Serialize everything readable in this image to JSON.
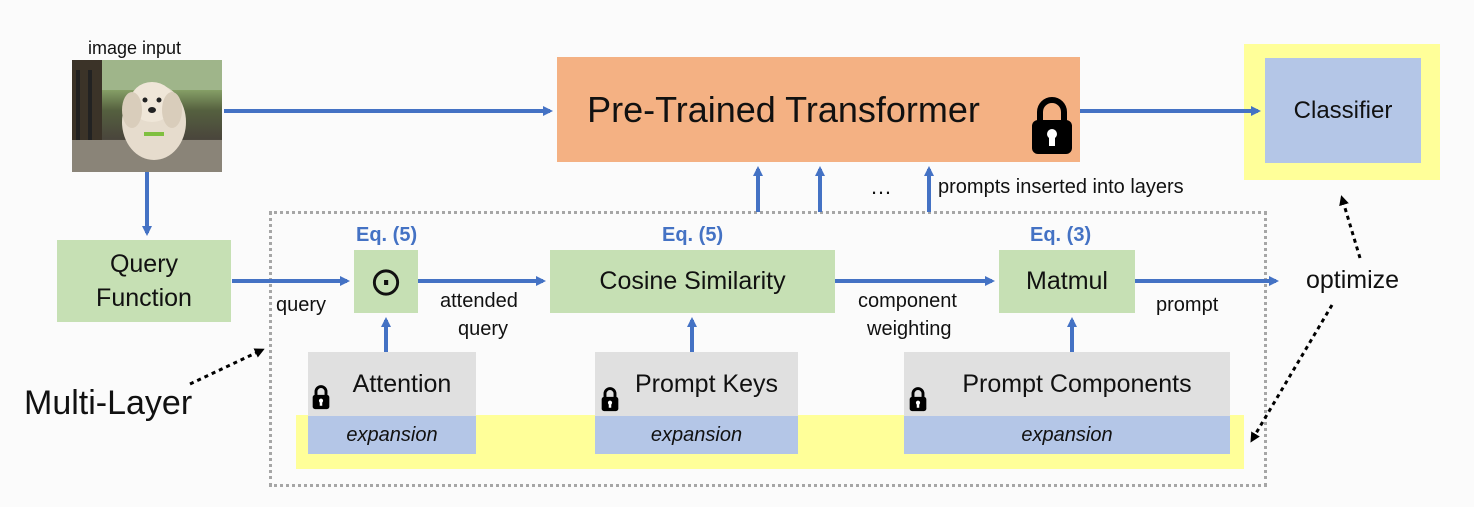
{
  "image_input": {
    "label": "image input",
    "image_desc": "photo-dog"
  },
  "transformer": {
    "label": "Pre-Trained Transformer",
    "icon": "lock-icon"
  },
  "classifier": {
    "label": "Classifier"
  },
  "query_function": {
    "line1": "Query",
    "line2": "Function"
  },
  "labels": {
    "query": "query",
    "attended_query_1": "attended",
    "attended_query_2": "query",
    "component_weighting_1": "component",
    "component_weighting_2": "weighting",
    "prompt": "prompt",
    "prompts_inserted": "prompts inserted into layers",
    "ellipsis": "…",
    "optimize": "optimize",
    "multi_layer": "Multi-Layer"
  },
  "operators": {
    "hadamard_symbol": "⊙",
    "hadamard_eq": "Eq. (5)",
    "cosine": "Cosine Similarity",
    "cosine_eq": "Eq. (5)",
    "matmul": "Matmul",
    "matmul_eq": "Eq. (3)"
  },
  "frozen_params": [
    {
      "label": "Attention",
      "expansion": "expansion"
    },
    {
      "label": "Prompt Keys",
      "expansion": "expansion"
    },
    {
      "label": "Prompt Components",
      "expansion": "expansion"
    }
  ],
  "colors": {
    "arrow": "#4472c4",
    "green": "#c6e0b4",
    "orange": "#f4b183",
    "blue": "#b4c6e7",
    "gray": "#e0e0e0",
    "yellow": "#ffff99",
    "eq_text": "#4472c4"
  }
}
